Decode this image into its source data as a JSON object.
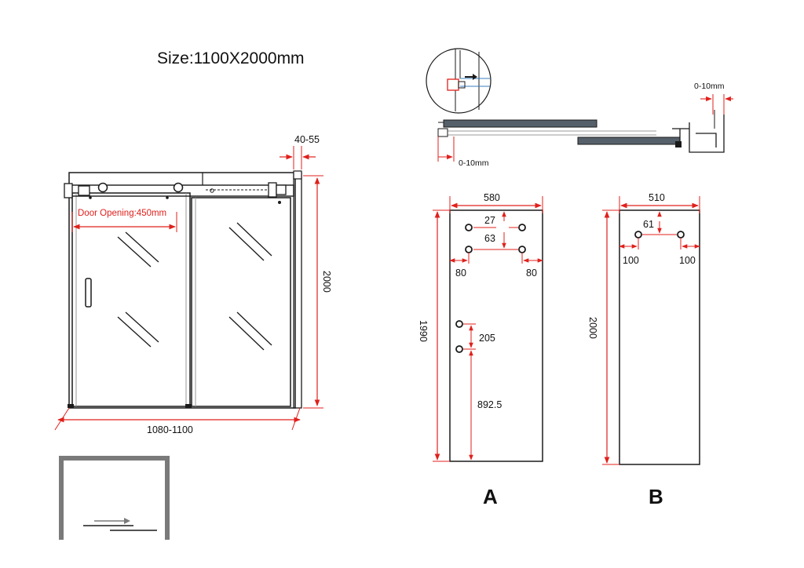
{
  "title": "Size:1100X2000mm",
  "colors": {
    "dimension": "#e0201c",
    "line": "#1a1a1a",
    "glass": "#55606a",
    "frame": "#7a7a7a"
  },
  "front_view": {
    "adjust_label": "40-55",
    "door_opening_label": "Door Opening:450mm",
    "height_label": "2000",
    "width_label": "1080-1100"
  },
  "top_section": {
    "right_gap_label": "0-10mm",
    "left_gap_label": "0-10mm"
  },
  "panel_a": {
    "letter": "A",
    "width": "580",
    "height": "1990",
    "top_offset": "27",
    "hole_spacing": "63",
    "left_edge": "80",
    "right_edge": "80",
    "handle_spacing": "205",
    "handle_height": "892.5"
  },
  "panel_b": {
    "letter": "B",
    "width": "510",
    "height": "2000",
    "top_offset": "61",
    "left_edge": "100",
    "right_edge": "100"
  }
}
